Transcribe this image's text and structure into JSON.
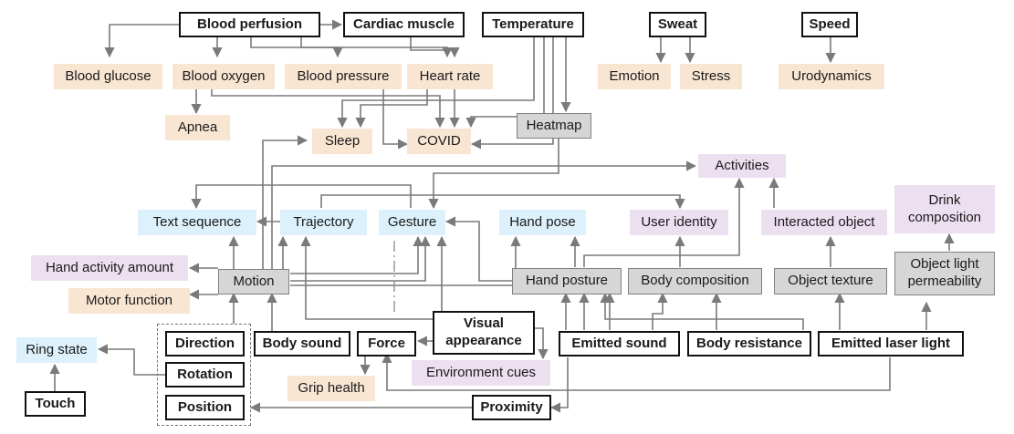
{
  "colors": {
    "sensor_fill": "#ffffff",
    "sensor_border": "#111111",
    "intermediate_fill": "#d6d6d6",
    "health_fill": "#f8e6d3",
    "motion_fill": "#dcf1fb",
    "context_fill": "#ecdff0",
    "arrow": "#7a7a7a"
  },
  "sensors": {
    "blood_perfusion": "Blood perfusion",
    "cardiac_muscle": "Cardiac muscle",
    "temperature": "Temperature",
    "sweat": "Sweat",
    "speed": "Speed",
    "direction": "Direction",
    "rotation": "Rotation",
    "position": "Position",
    "body_sound": "Body sound",
    "force": "Force",
    "visual_appearance": "Visual appearance",
    "emitted_sound": "Emitted sound",
    "body_resistance": "Body resistance",
    "emitted_laser_light": "Emitted laser light",
    "touch": "Touch",
    "proximity": "Proximity"
  },
  "intermediates": {
    "heatmap": "Heatmap",
    "motion": "Motion",
    "hand_posture": "Hand posture",
    "body_composition": "Body composition",
    "object_texture": "Object texture",
    "object_light_permeability": "Object light permeability"
  },
  "health": {
    "blood_glucose": "Blood glucose",
    "blood_oxygen": "Blood oxygen",
    "blood_pressure": "Blood pressure",
    "heart_rate": "Heart rate",
    "emotion": "Emotion",
    "stress": "Stress",
    "urodynamics": "Urodynamics",
    "apnea": "Apnea",
    "sleep": "Sleep",
    "covid": "COVID",
    "motor_function": "Motor function",
    "grip_health": "Grip health"
  },
  "motion_outputs": {
    "text_sequence": "Text sequence",
    "trajectory": "Trajectory",
    "gesture": "Gesture",
    "hand_pose": "Hand pose",
    "ring_state": "Ring state"
  },
  "context": {
    "activities": "Activities",
    "user_identity": "User identity",
    "interacted_object": "Interacted object",
    "drink_composition": "Drink composition",
    "hand_activity_amount": "Hand activity amount",
    "environment_cues": "Environment cues"
  }
}
